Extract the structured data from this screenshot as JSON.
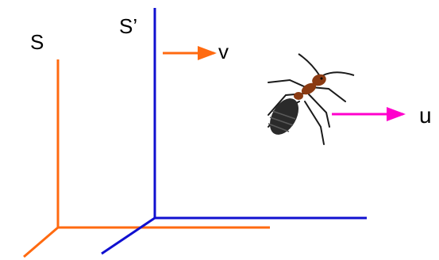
{
  "labels": {
    "frame_s": "S",
    "frame_s_prime": "S’",
    "velocity_v": "v",
    "velocity_u": "u"
  },
  "colors": {
    "frame_s": "#ff6a10",
    "frame_s_prime": "#1010d0",
    "arrow_v": "#ff6a10",
    "arrow_u": "#ff00cc",
    "ant_body": "#8a3a12",
    "ant_abdomen": "#2a2a2a"
  },
  "icons": {
    "ant": "ant-icon"
  }
}
